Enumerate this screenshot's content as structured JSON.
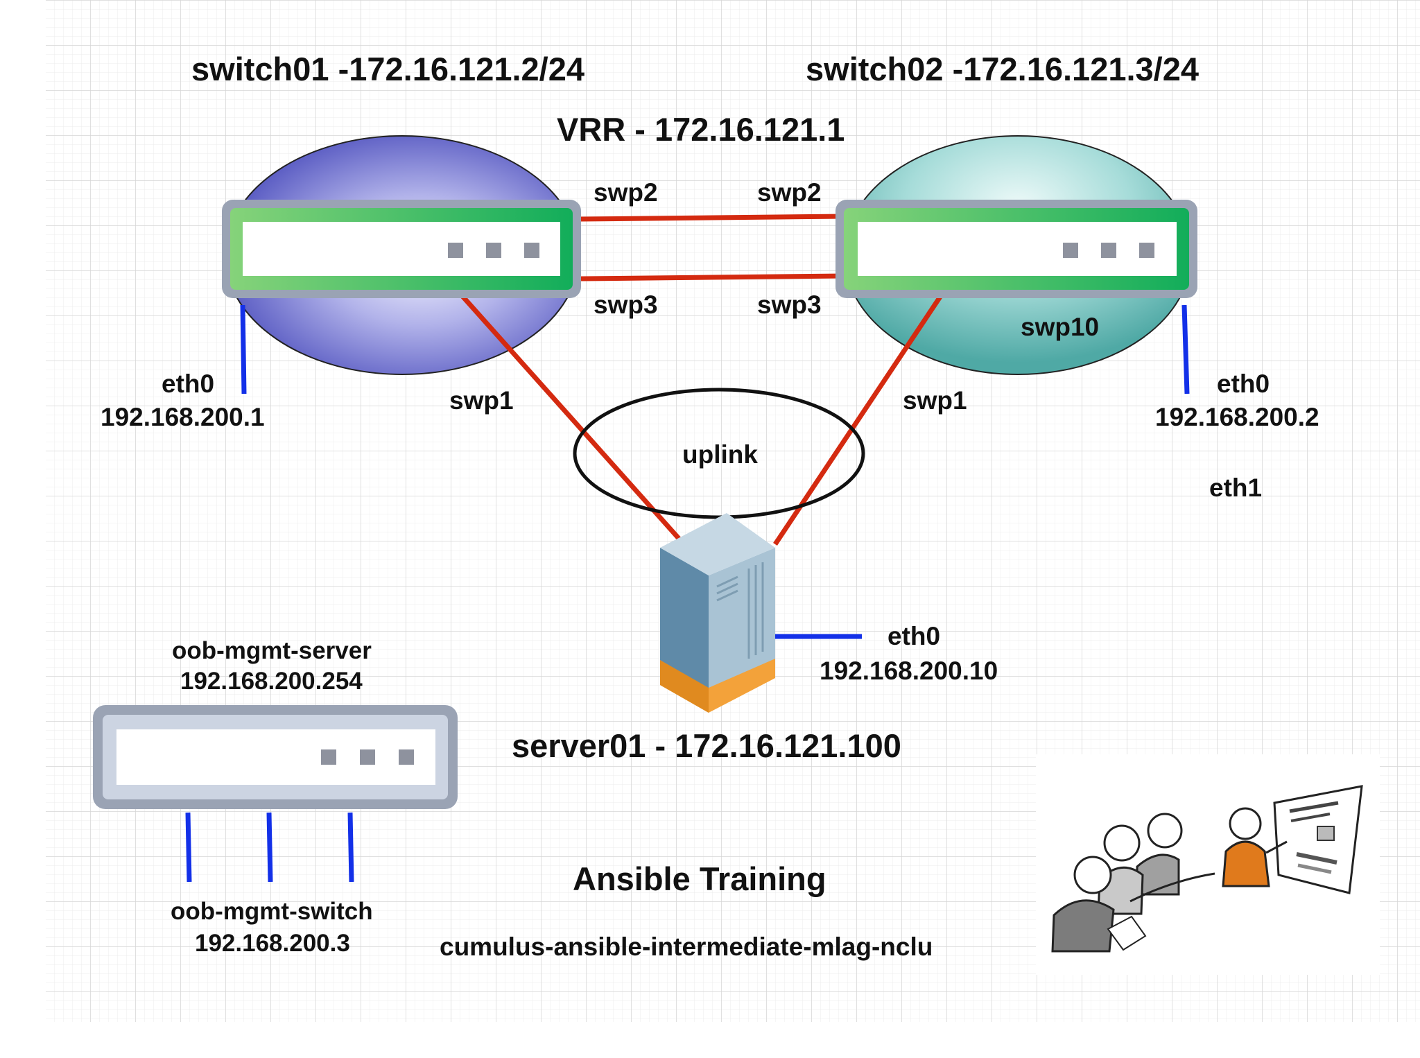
{
  "colors": {
    "data_link": "#d42a10",
    "mgmt_link": "#1330e8",
    "switch_frame": "#9aa3b4",
    "switch_green": "#35b96a",
    "ellipse1": "#5a5cc4",
    "ellipse2": "#5fb7b4",
    "server_body": "#8fb0c6",
    "server_base": "#f3a23a",
    "grid": "#e3e3e3"
  },
  "switch01": {
    "title": "switch01 -172.16.121.2/24",
    "eth0_label": "eth0",
    "eth0_ip": "192.168.200.1",
    "swp1": "swp1",
    "swp2": "swp2",
    "swp3": "swp3"
  },
  "switch02": {
    "title": "switch02 -172.16.121.3/24",
    "eth0_label": "eth0",
    "eth0_ip": "192.168.200.2",
    "eth1_label": "eth1",
    "swp1": "swp1",
    "swp2": "swp2",
    "swp3": "swp3",
    "swp10": "swp10"
  },
  "vrr": "VRR - 172.16.121.1",
  "uplink": "uplink",
  "server01": {
    "title": "server01 - 172.16.121.100",
    "eth0_label": "eth0",
    "eth0_ip": "192.168.200.10"
  },
  "oob_server": {
    "name": "oob-mgmt-server",
    "ip": "192.168.200.254"
  },
  "oob_switch": {
    "name": "oob-mgmt-switch",
    "ip": "192.168.200.3"
  },
  "footer": {
    "title": "Ansible Training",
    "subtitle": "cumulus-ansible-intermediate-mlag-nclu"
  },
  "icons": {
    "switch": "network-switch-icon",
    "server": "server-tower-icon",
    "training": "training-people-illustration"
  }
}
